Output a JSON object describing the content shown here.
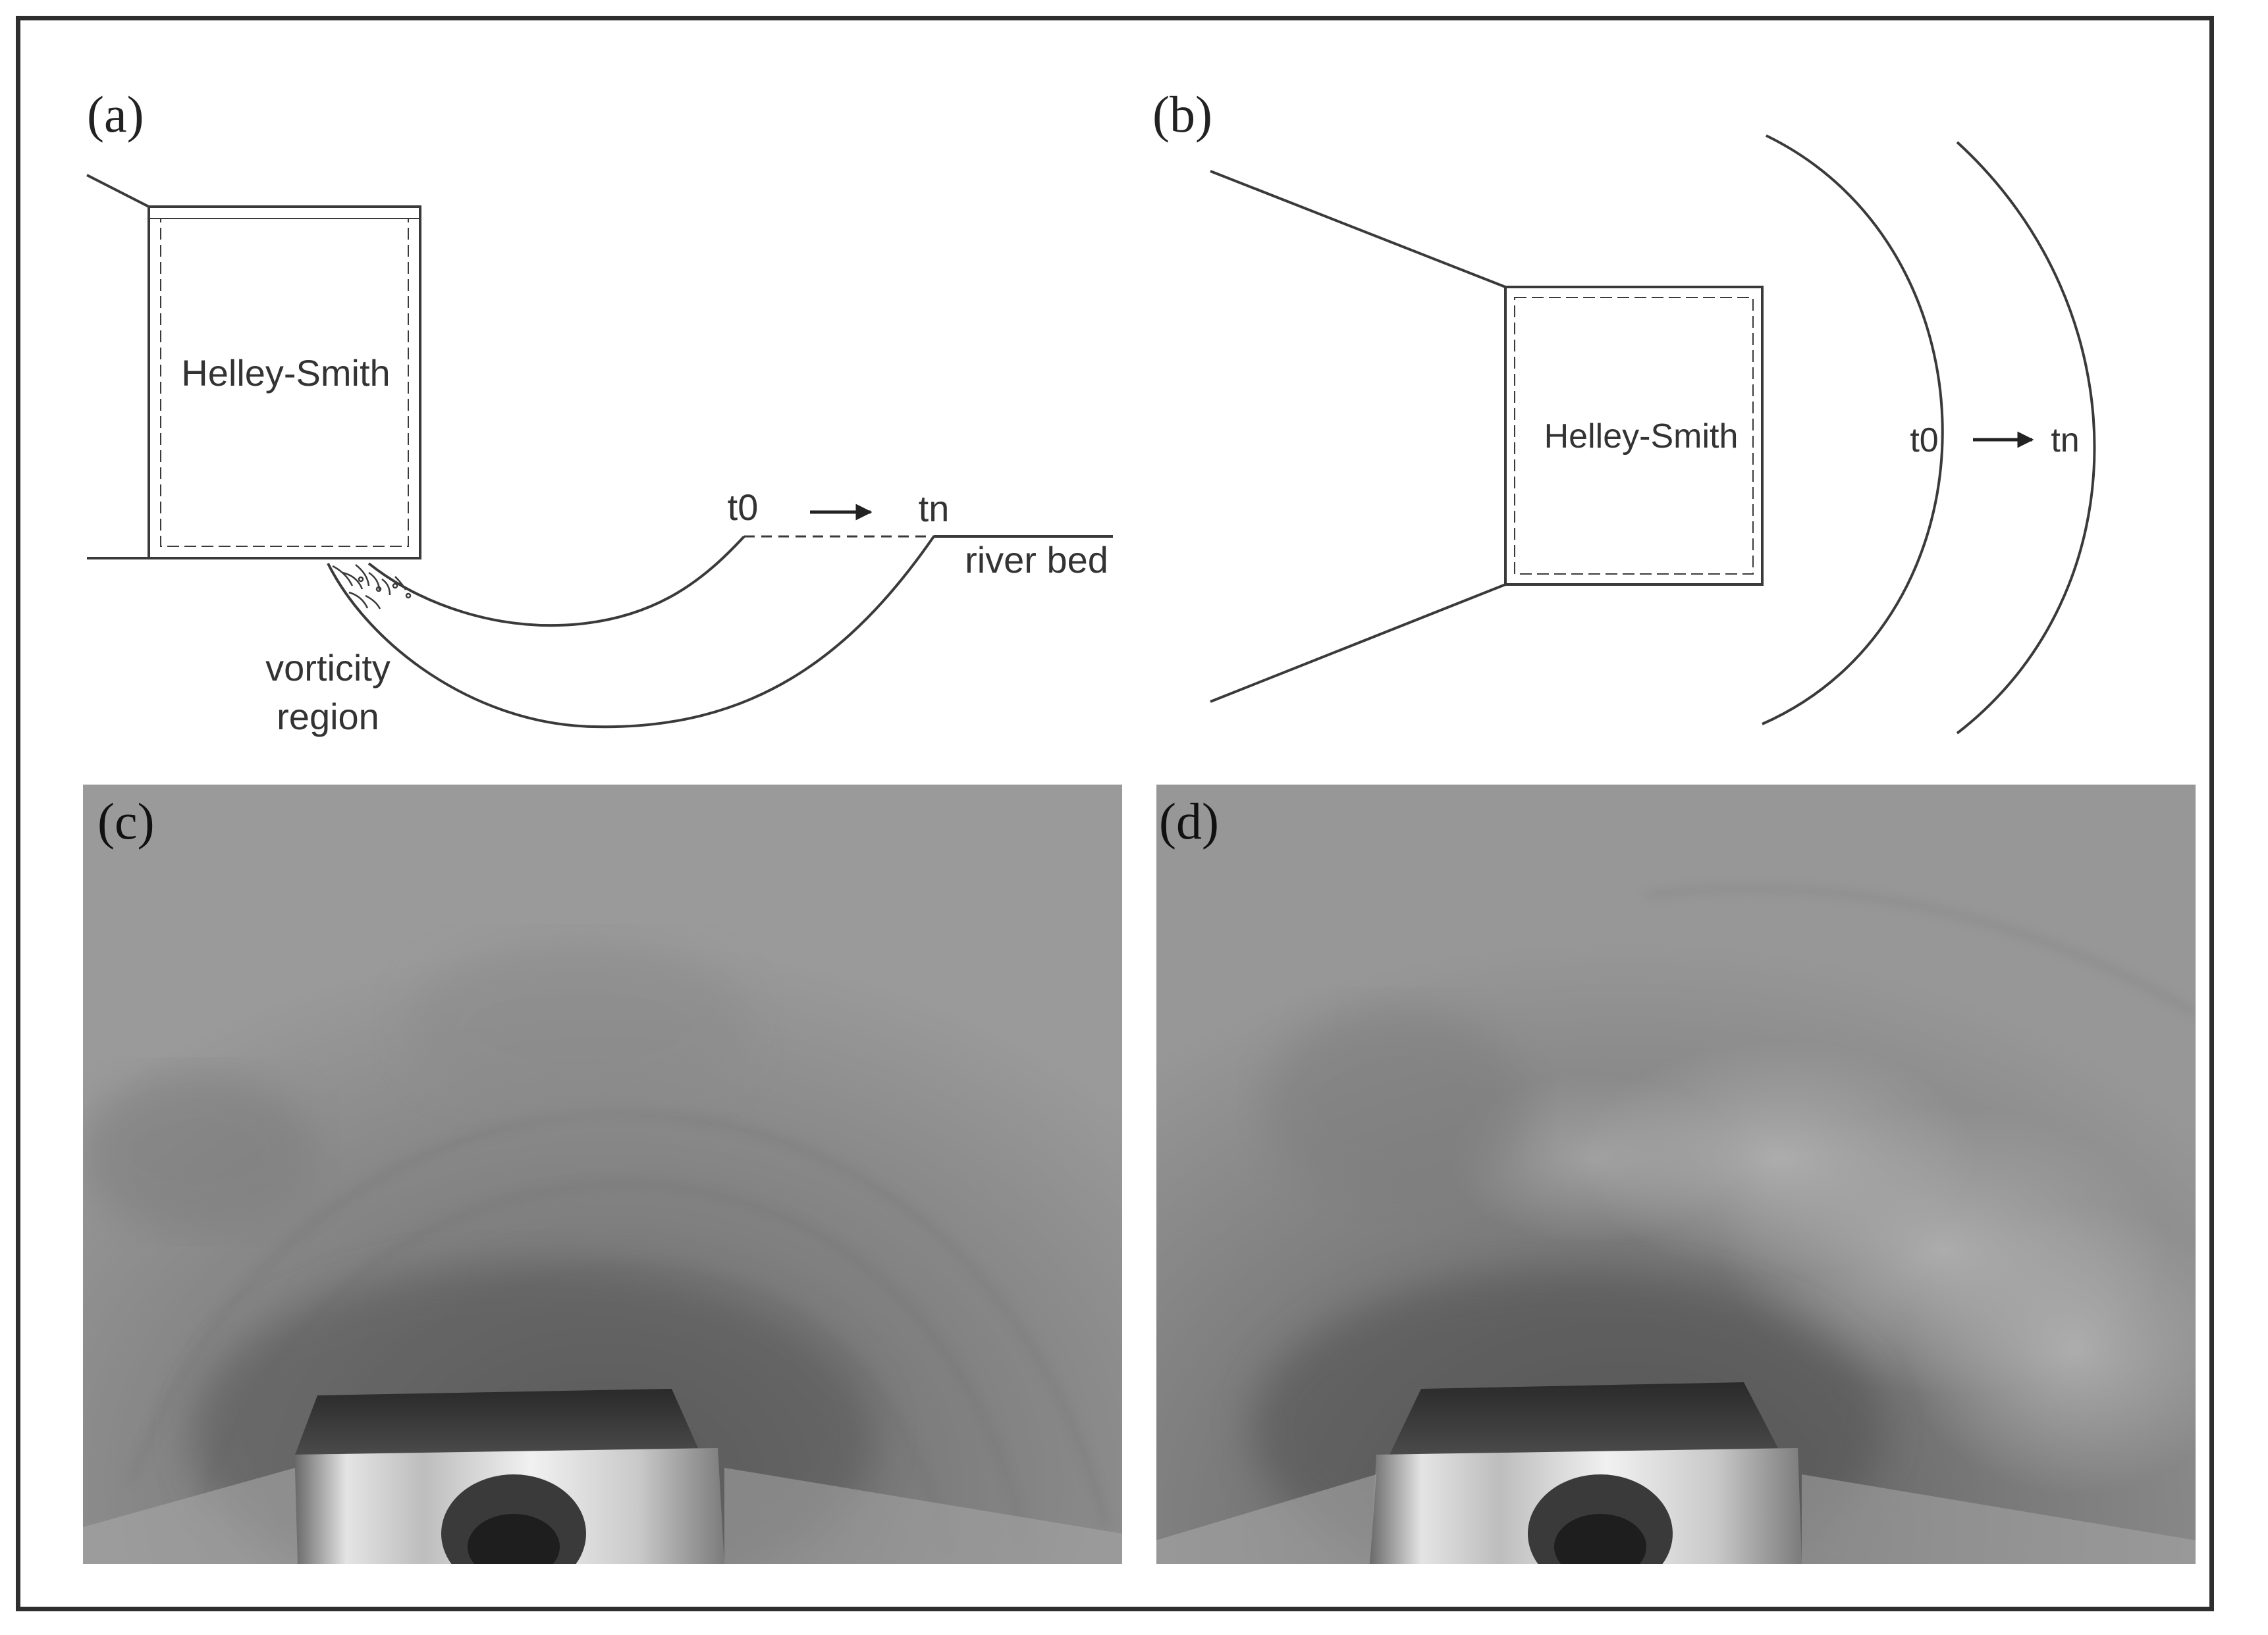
{
  "panels": {
    "a": {
      "label": "(a)",
      "box_label": "Helley-Smith",
      "time_start": "t0",
      "time_end": "tn",
      "bed_label": "river bed",
      "vorticity_line1": "vorticity",
      "vorticity_line2": "region"
    },
    "b": {
      "label": "(b)",
      "box_label": "Helley-Smith",
      "time_start": "t0",
      "time_end": "tn"
    },
    "c": {
      "label": "(c)"
    },
    "d": {
      "label": "(d)"
    }
  },
  "colors": {
    "line": "#3a3a3a",
    "frame": "#2e2e2e",
    "photo_base": "#8e8e8e"
  }
}
